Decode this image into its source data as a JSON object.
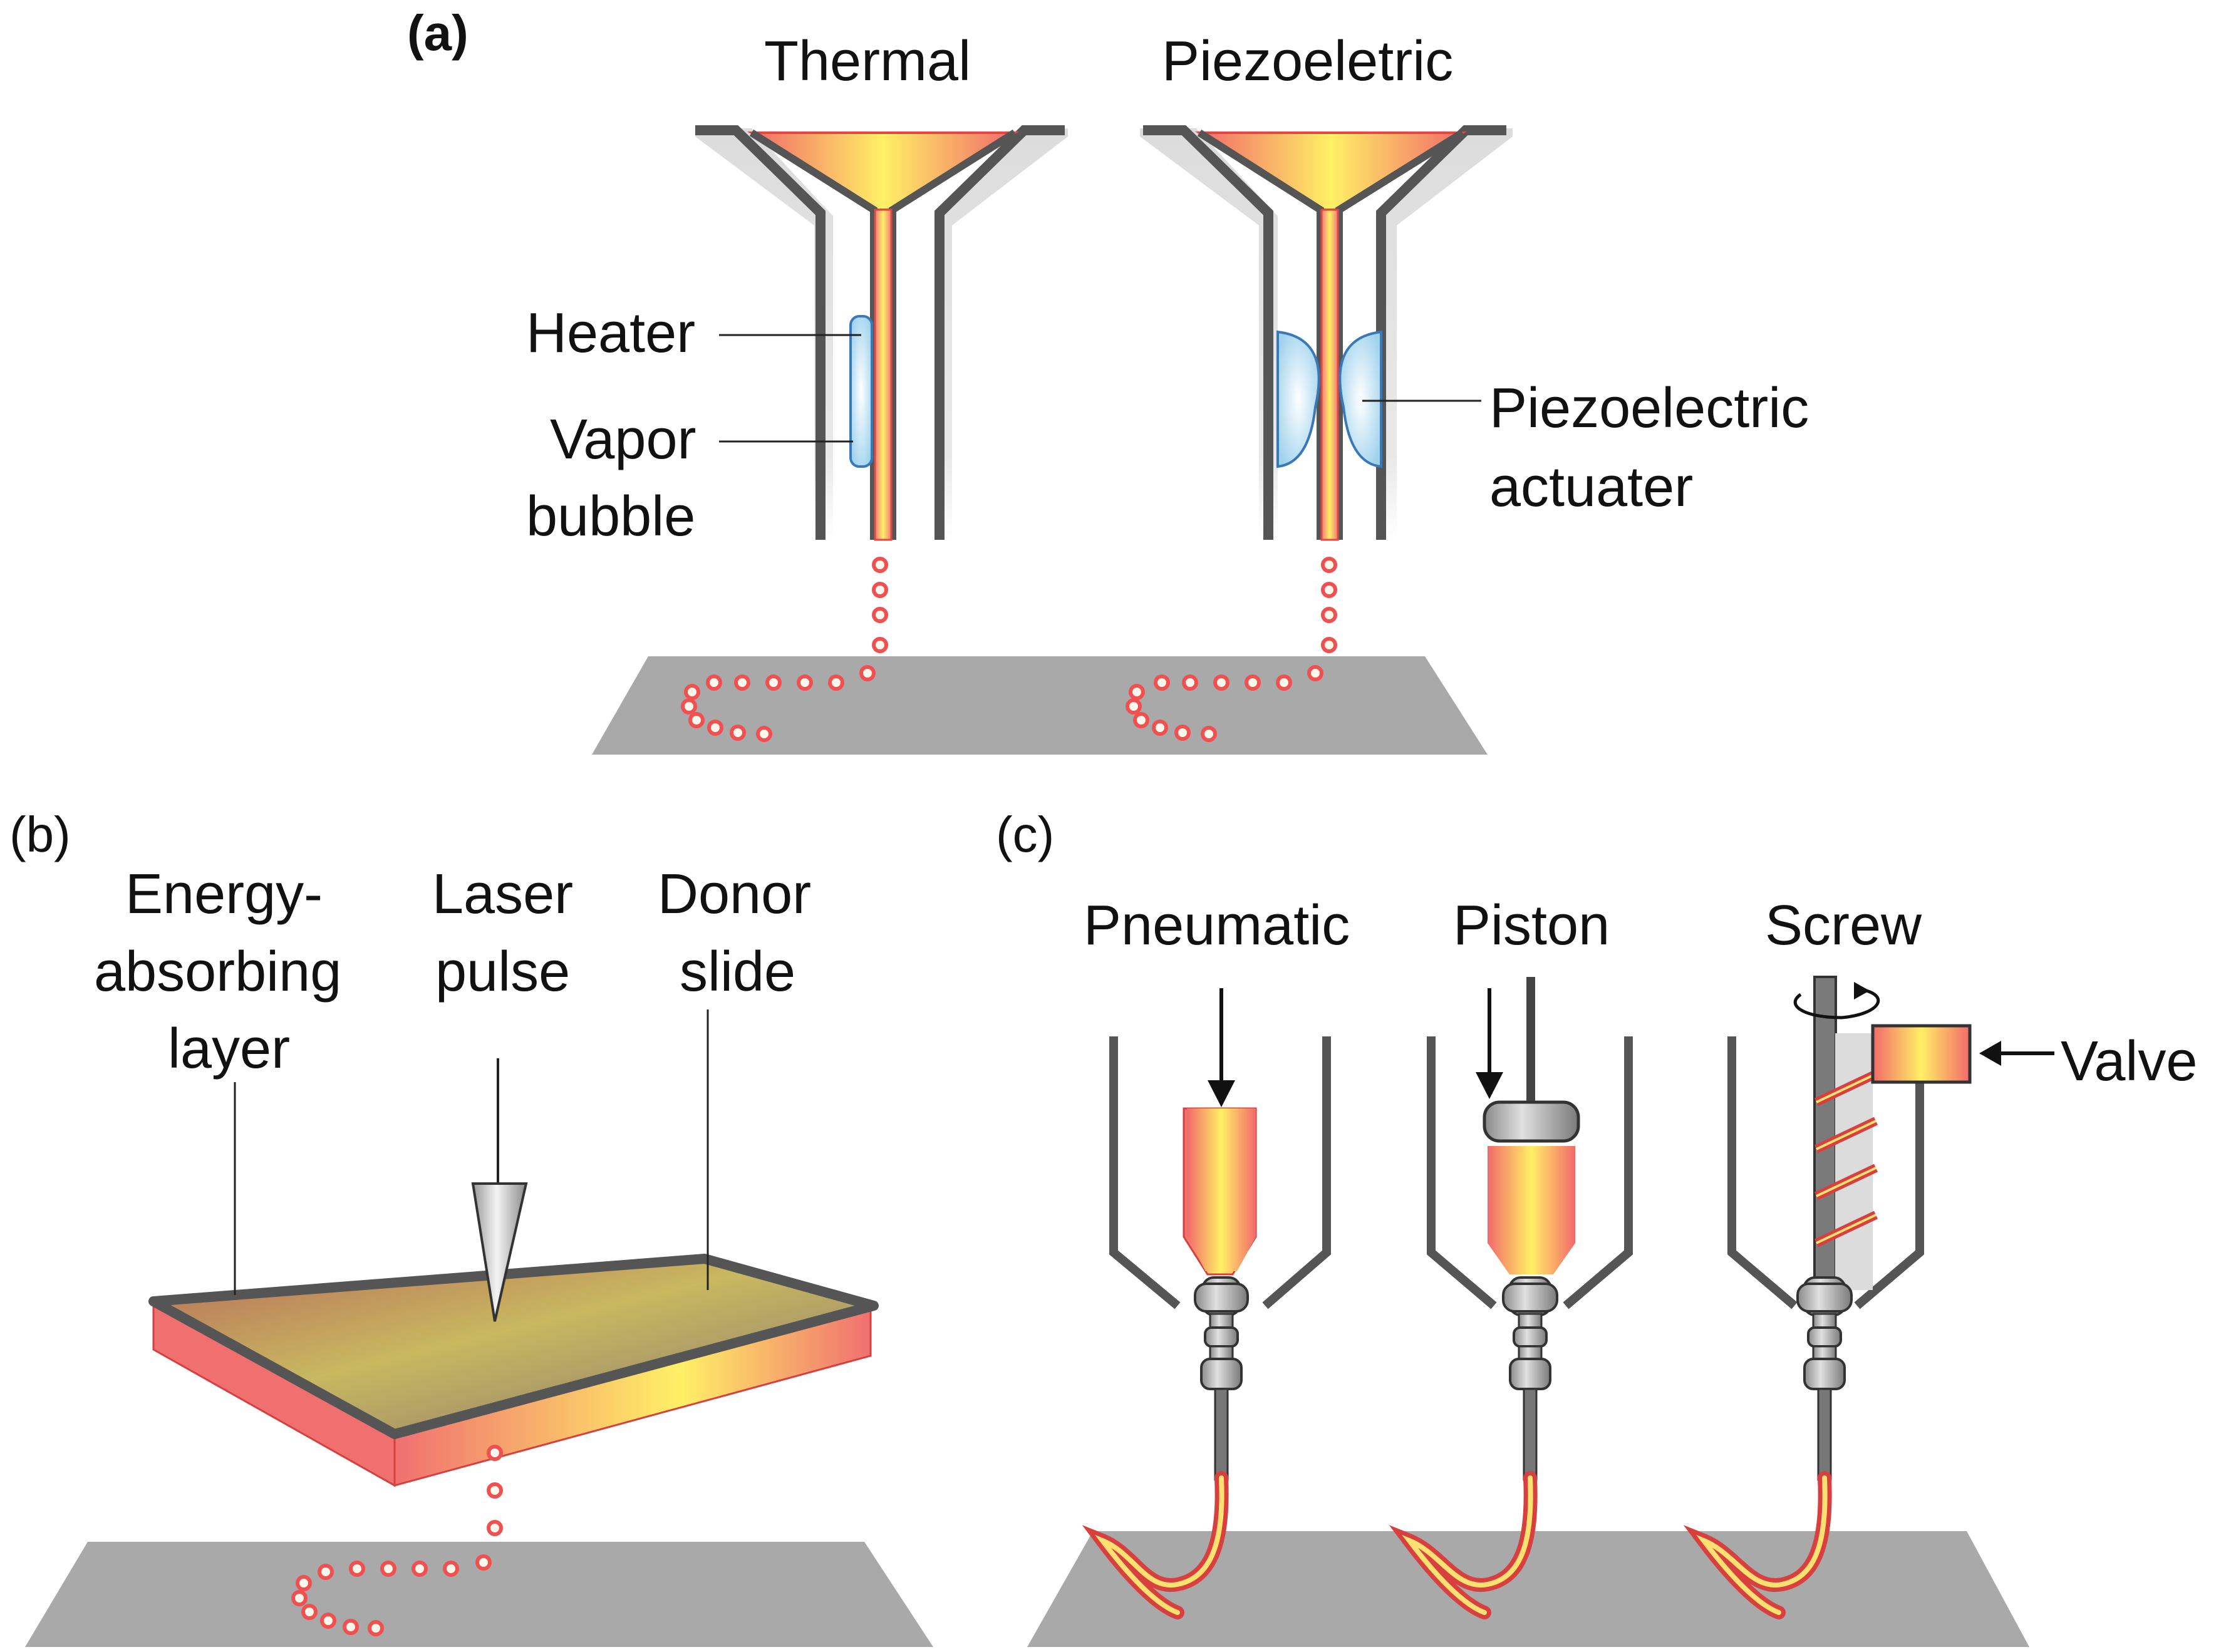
{
  "panels": {
    "a": {
      "label": "(a)",
      "thermal_title": "Thermal",
      "piezo_title": "Piezoeletric",
      "heater": "Heater",
      "vapor_line1": "Vapor",
      "vapor_line2": "bubble",
      "actuator_line1": "Piezoelectric",
      "actuator_line2": "actuater"
    },
    "b": {
      "label": "(b)",
      "energy_line1": "Energy-",
      "energy_line2": "absorbing",
      "energy_line3": "layer",
      "laser_line1": "Laser",
      "laser_line2": "pulse",
      "donor_line1": "Donor",
      "donor_line2": "slide"
    },
    "c": {
      "label": "(c)",
      "pneumatic": "Pneumatic",
      "piston": "Piston",
      "screw": "Screw",
      "valve": "Valve"
    }
  },
  "colors": {
    "ink_red": "#f05a5a",
    "ink_yellow": "#fff066",
    "substrate": "#a9a9a9",
    "wall": "#555555",
    "actuator_blue": "#a8d8f0"
  }
}
